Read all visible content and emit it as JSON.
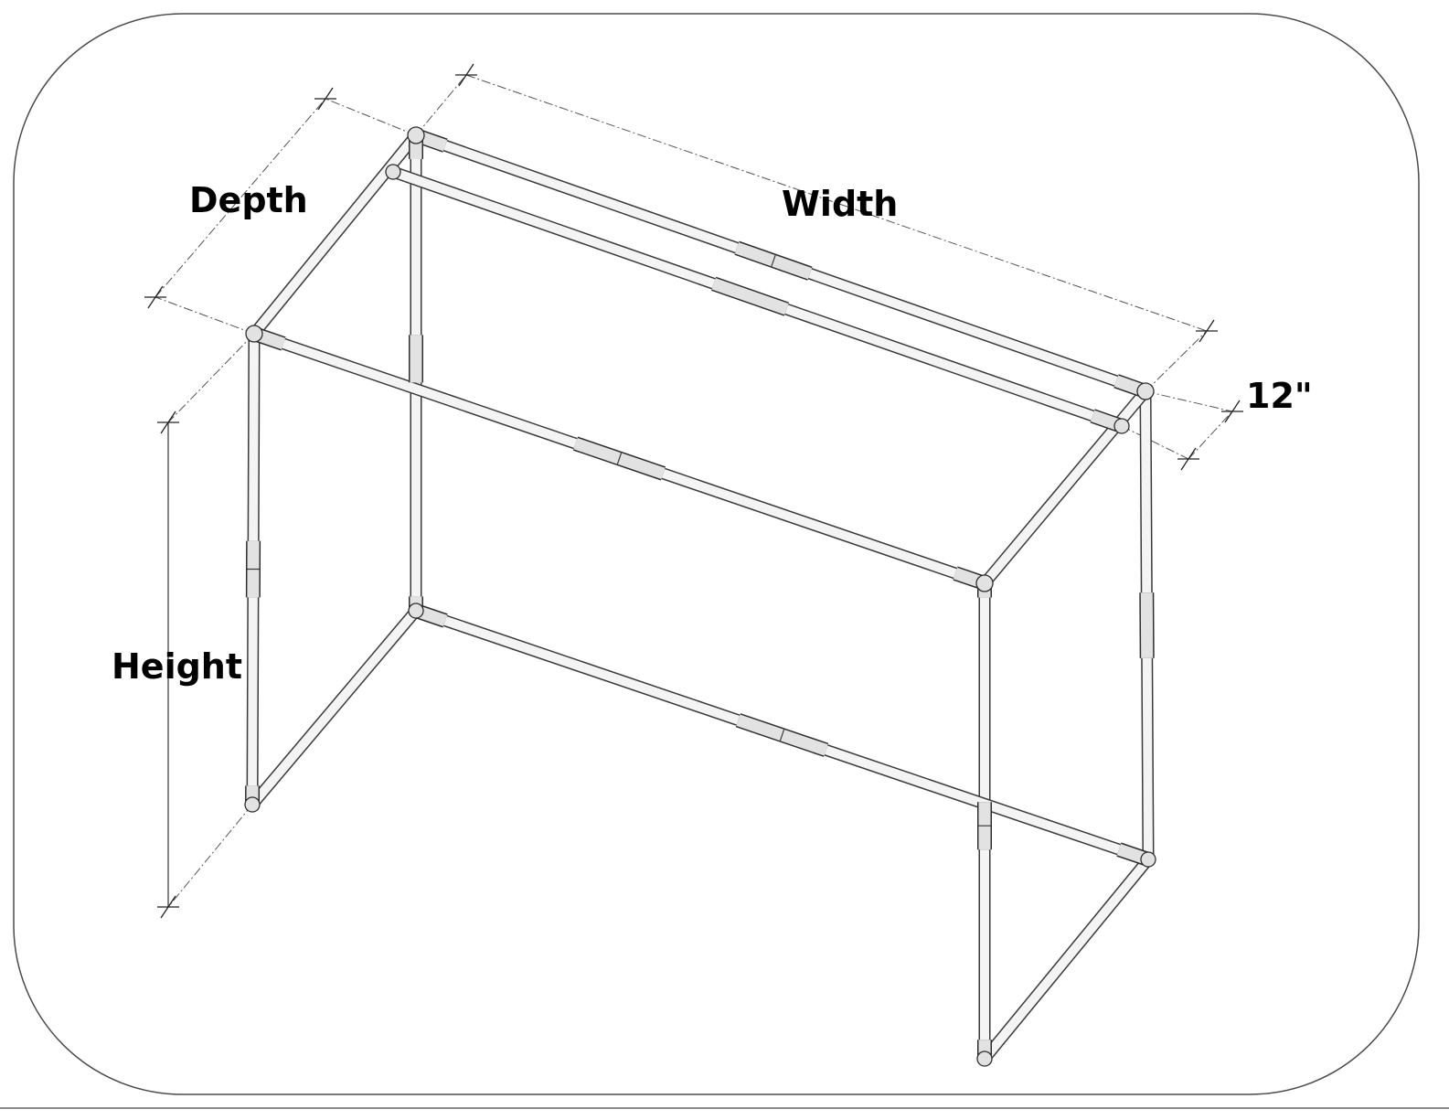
{
  "labels": {
    "depth": "Depth",
    "width": "Width",
    "height": "Height",
    "side_depth": "12\""
  },
  "colors": {
    "pipe_fill": "#f4f4f4",
    "pipe_outline": "#3a3a3a",
    "fitting_fill": "#e2e2e2",
    "frame_border": "#4a4a4a"
  }
}
